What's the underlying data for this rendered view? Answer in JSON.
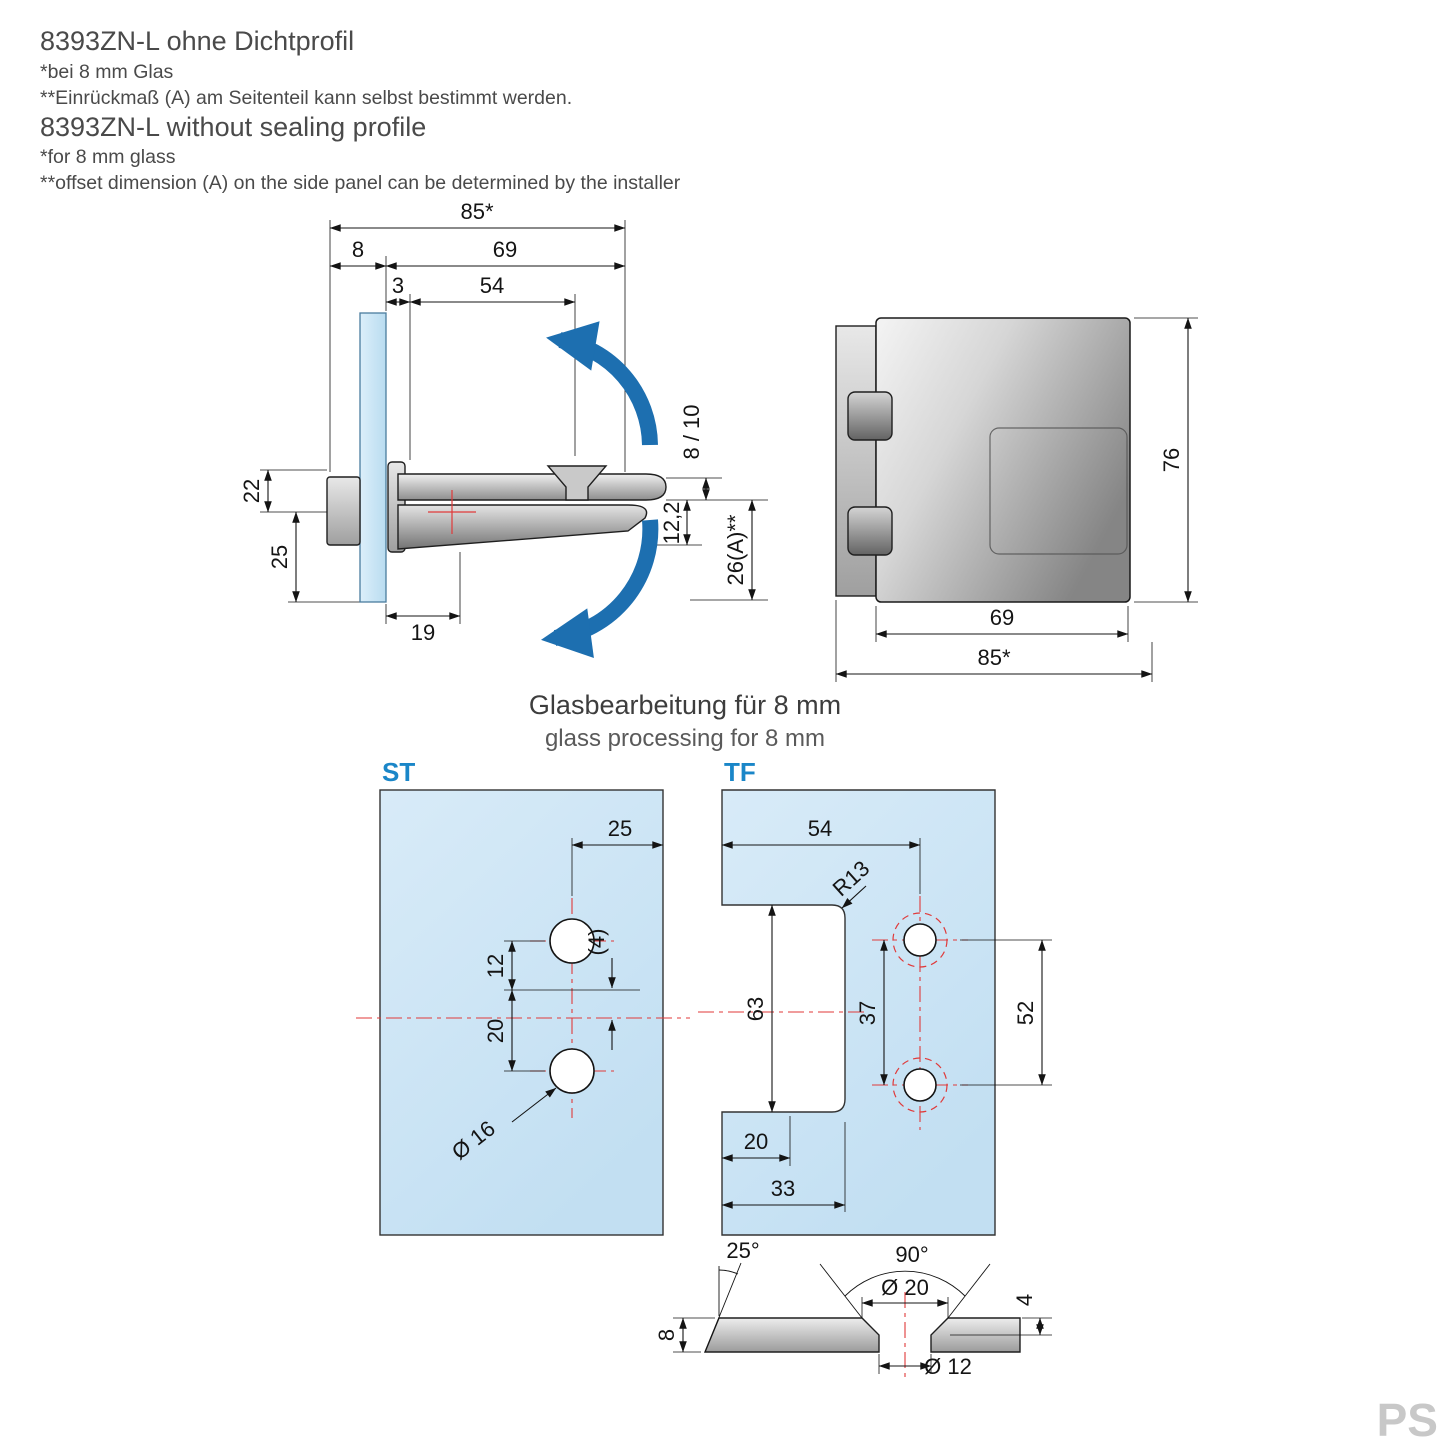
{
  "header": {
    "title_de": "8393ZN-L ohne Dichtprofil",
    "note_glass_de": "*bei 8 mm Glas",
    "note_offset_de": "**Einrückmaß (A) am Seitenteil kann selbst bestimmt werden.",
    "title_en": "8393ZN-L without sealing profile",
    "note_glass_en": "*for 8 mm glass",
    "note_offset_en": "**offset dimension (A) on the side panel can be determined by the installer"
  },
  "side_view": {
    "dim_total_width": "85*",
    "dim_glass_thickness": "8",
    "dim_body_width": "69",
    "dim_gap": "3",
    "dim_hole_offset": "54",
    "dim_top_height": "22",
    "dim_bottom_height": "25",
    "dim_foot": "19",
    "dim_blade_thickness": "8 / 10",
    "dim_arm_height": "12,2",
    "dim_offset_a": "26(A)**"
  },
  "front_view": {
    "dim_height": "76",
    "dim_body_width": "69",
    "dim_total_width": "85*"
  },
  "glass_section": {
    "title_de": "Glasbearbeitung für 8 mm",
    "title_en": "glass processing for 8 mm"
  },
  "st_panel": {
    "label": "ST",
    "dim_edge": "25",
    "dim_offset": "(4)",
    "dim_hole_top": "12",
    "dim_hole_bottom": "20",
    "dim_hole_dia": "Ø 16"
  },
  "tf_panel": {
    "label": "TF",
    "dim_width": "54",
    "dim_radius": "R13",
    "dim_notch_height": "63",
    "dim_inner": "37",
    "dim_hole_spacing": "52",
    "dim_notch_a": "20",
    "dim_notch_b": "33"
  },
  "detail_view": {
    "dim_bevel_angle": "25°",
    "dim_countersink_angle": "90°",
    "dim_countersink_dia": "Ø 20",
    "dim_countersink_depth": "4",
    "dim_glass_thickness": "8",
    "dim_hole_dia": "Ø 12"
  },
  "watermark": "PS",
  "colors": {
    "label_blue": "#1a86c8",
    "arrow_blue": "#1d6fb0",
    "glass_fill": "#cde6f5",
    "centerline_red": "#e03a3a",
    "text_gray": "#4a4a4a"
  }
}
